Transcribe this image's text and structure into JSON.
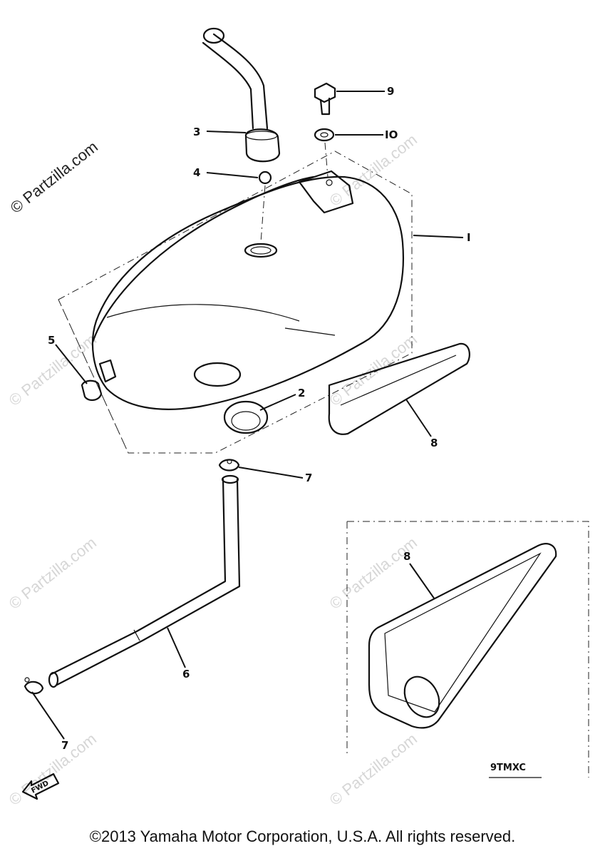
{
  "watermark": "© Partzilla.com",
  "callouts": {
    "c1": "I",
    "c2": "2",
    "c3": "3",
    "c4": "4",
    "c5": "5",
    "c6": "6",
    "c7a": "7",
    "c7b": "7",
    "c8a": "8",
    "c8b": "8",
    "c9": "9",
    "c10": "IO"
  },
  "inset_label": "9TMXC",
  "fwd_label": "FWD",
  "copyright": "©2013  Yamaha Motor Corporation, U.S.A. All rights reserved."
}
